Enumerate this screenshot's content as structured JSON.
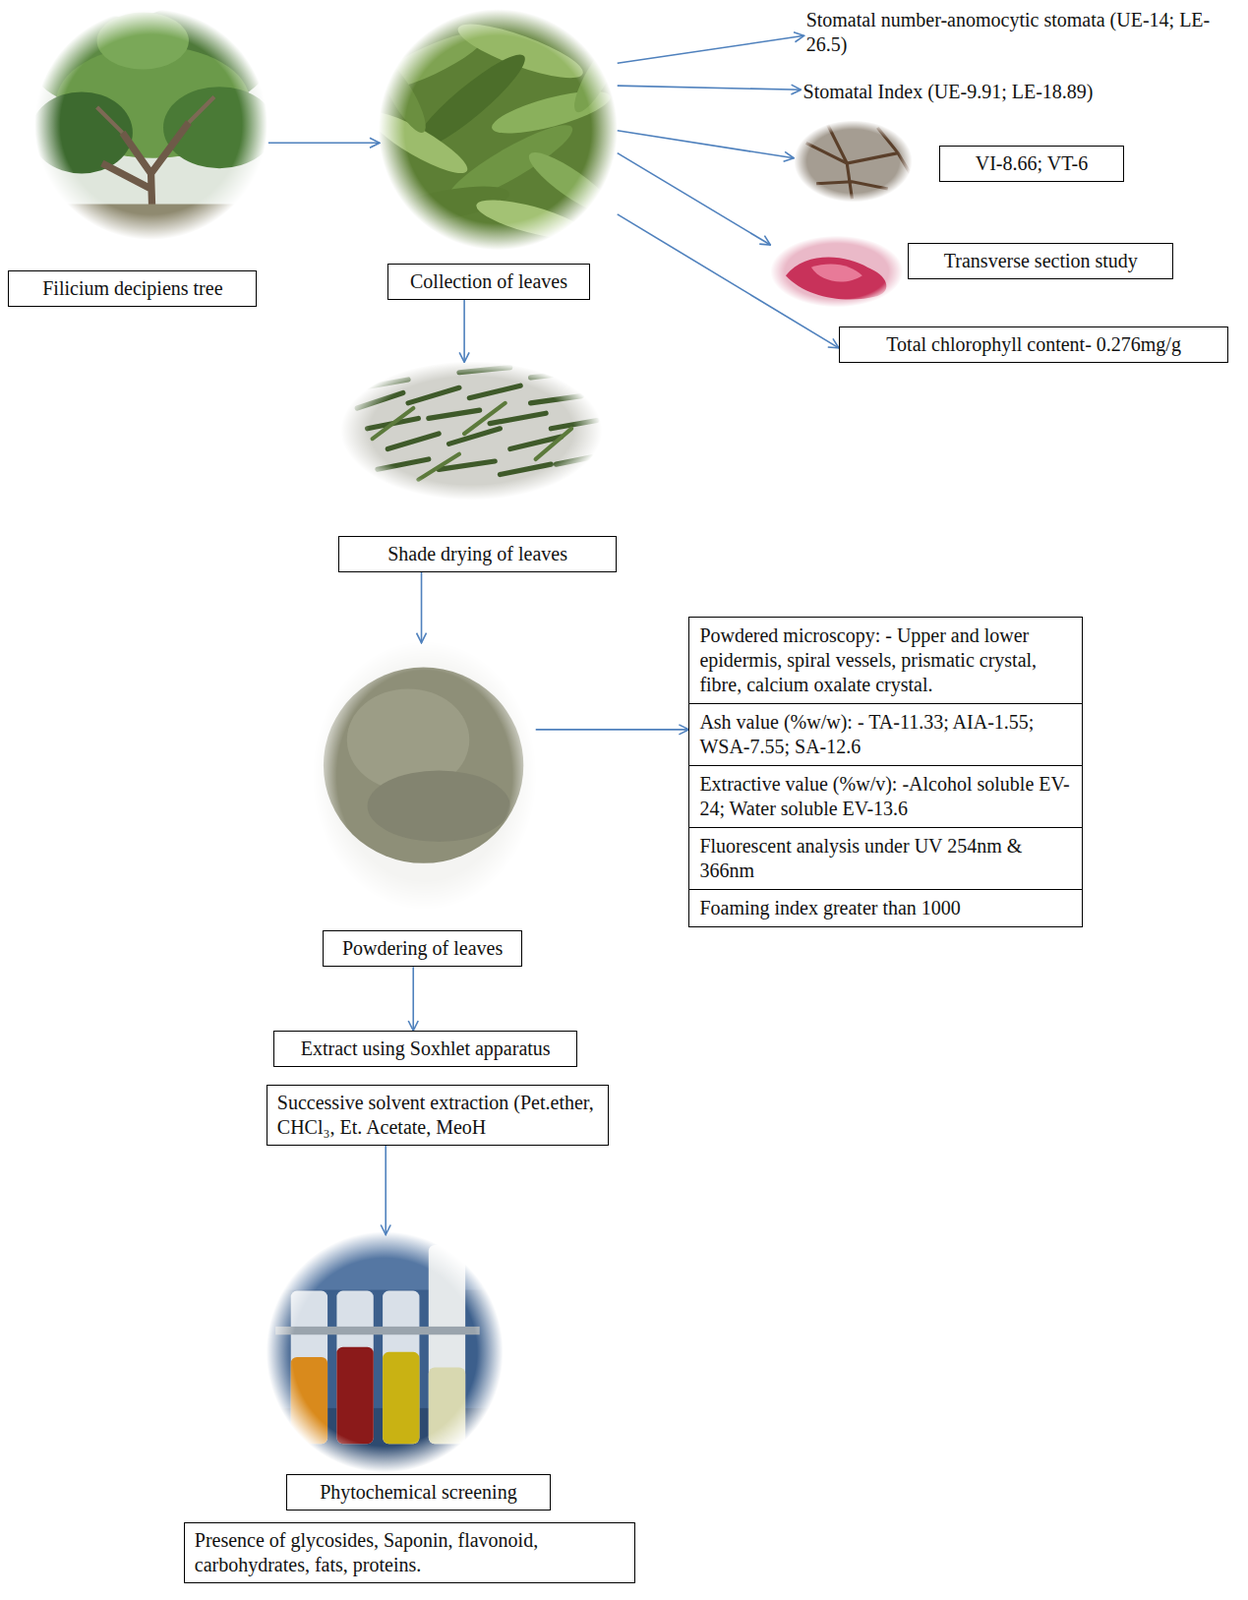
{
  "diagram": {
    "nodes": [
      {
        "text": [
          "Filicium decipiens tree"
        ]
      },
      {
        "text": [
          "Collection of leaves"
        ]
      },
      {
        "text": [
          "Stomatal number-anomocytic stomata (UE-14; LE-26.5)"
        ]
      },
      {
        "text": [
          "Stomatal Index (UE-9.91; LE-18.89)"
        ]
      },
      {
        "text": [
          "VI-8.66; VT-6"
        ]
      },
      {
        "text": [
          "Transverse section study"
        ]
      },
      {
        "text": [
          "Total chlorophyll content- 0.276mg/g"
        ]
      },
      {
        "text": [
          "Shade drying of leaves"
        ]
      },
      {
        "text": [
          "Powdering of leaves"
        ]
      },
      {
        "text": [
          "Powdered microscopy: - Upper and lower epidermis, spiral vessels, prismatic crystal, fibre, calcium oxalate crystal.",
          "Ash value (%w/w): - TA-11.33; AIA-1.55; WSA-7.55; SA-12.6",
          "Extractive value (%w/v): -Alcohol soluble EV- 24; Water soluble EV-13.6",
          "Fluorescent analysis under UV 254nm & 366nm",
          "Foaming index greater than 1000"
        ]
      },
      {
        "text": [
          "Extract using Soxhlet apparatus"
        ]
      },
      {
        "text": [
          "Successive solvent extraction (Pet.ether, CHCl₃, Et. Acetate, MeoH"
        ]
      },
      {
        "text": [
          "Phytochemical screening"
        ]
      },
      {
        "text": [
          "Presence of glycosides, Saponin, flavonoid, carbohydrates, fats, proteins."
        ]
      }
    ],
    "edges": [
      {
        "from": 0,
        "to": 1,
        "arrow": "to"
      },
      {
        "from": 1,
        "to": 2,
        "arrow": "to"
      },
      {
        "from": 1,
        "to": 3,
        "arrow": "to"
      },
      {
        "from": 1,
        "to": 4,
        "arrow": "to"
      },
      {
        "from": 1,
        "to": 5,
        "arrow": "to"
      },
      {
        "from": 1,
        "to": 6,
        "arrow": "to"
      },
      {
        "from": 1,
        "to": 7,
        "arrow": "to"
      },
      {
        "from": 7,
        "to": 8,
        "arrow": "to"
      },
      {
        "from": 8,
        "to": 9,
        "arrow": "to"
      },
      {
        "from": 8,
        "to": 10,
        "arrow": "to"
      },
      {
        "from": 11,
        "to": 12,
        "arrow": "to"
      }
    ]
  }
}
